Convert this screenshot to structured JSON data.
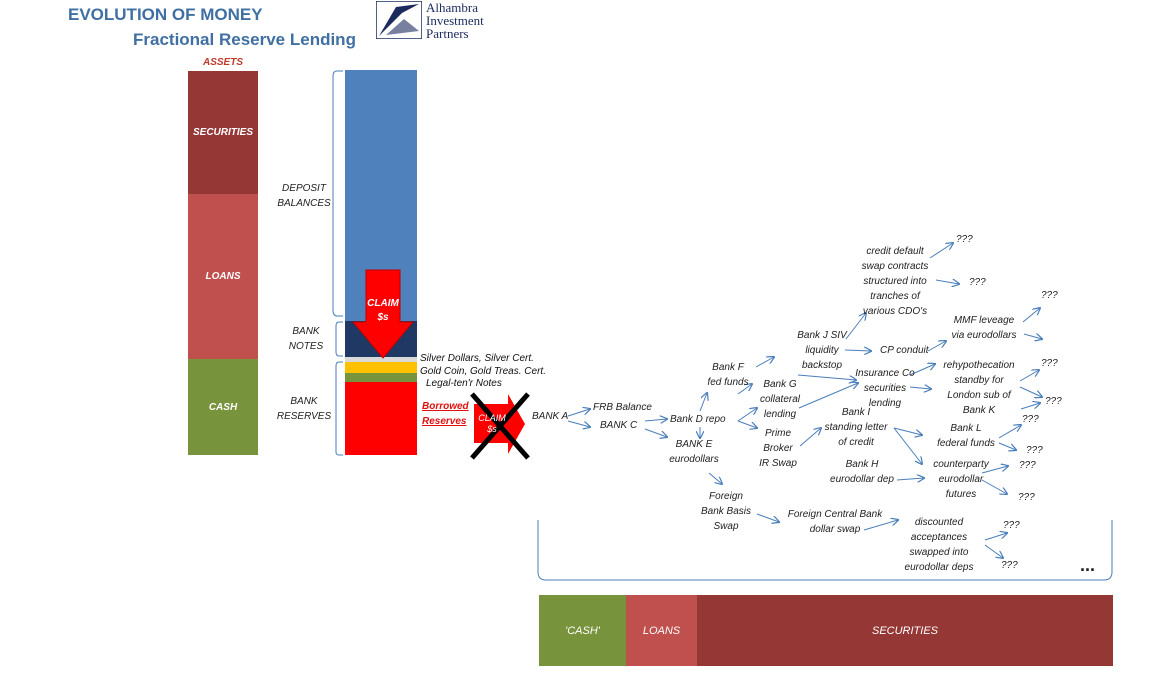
{
  "header": {
    "title": "EVOLUTION OF MONEY",
    "subtitle": "Fractional Reserve Lending",
    "logo_lines": [
      "Alhambra",
      "Investment",
      "Partners"
    ]
  },
  "assets_column": {
    "heading": "ASSETS",
    "segments": [
      {
        "label": "SECURITIES",
        "color": "#953735"
      },
      {
        "label": "LOANS",
        "color": "#c0504d"
      },
      {
        "label": "CASH",
        "color": "#77933c"
      }
    ]
  },
  "liabilities_column": {
    "labels": {
      "deposit_1": "DEPOSIT",
      "deposit_2": "BALANCES",
      "notes_1": "BANK",
      "notes_2": "NOTES",
      "reserves_1": "BANK",
      "reserves_2": "RESERVES"
    },
    "colors": {
      "deposit": "#4f81bd",
      "notes": "#1f3864",
      "silver": "#d9d9d9",
      "gold": "#ffc000",
      "legal": "#77933c",
      "reserves": "#ff0000"
    },
    "claim_1": "CLAIM",
    "claim_2": "$s",
    "coin_labels": [
      "Silver Dollars, Silver Cert.",
      "Gold Coin, Gold Treas. Cert.",
      "Legal-ten'r Notes"
    ],
    "borrowed_1": "Borrowed",
    "borrowed_2": "Reserves",
    "claim_small_1": "CLAIM",
    "claim_small_2": "$s"
  },
  "network": {
    "bank_a": "BANK A",
    "frb_balance": "FRB Balance",
    "bank_c": "BANK C",
    "bank_d": "Bank D repo",
    "bank_e": [
      "BANK E",
      "eurodollars"
    ],
    "bank_f": [
      "Bank F",
      "fed funds"
    ],
    "bank_g": [
      "Bank G",
      "collateral",
      "lending"
    ],
    "prime_broker": [
      "Prime",
      "Broker",
      "IR Swap"
    ],
    "foreign_basis": [
      "Foreign",
      "Bank Basis",
      "Swap"
    ],
    "bank_j": [
      "Bank J SIV",
      "liquidity",
      "backstop"
    ],
    "cds": [
      "credit default",
      "swap contracts",
      "structured into",
      "tranches of",
      "various CDO's"
    ],
    "cp_conduit": "CP conduit",
    "mmf": [
      "MMF leveage",
      "via eurodollars"
    ],
    "insurance": [
      "Insurance Co",
      "securities",
      "lending"
    ],
    "rehyp": [
      "rehypothecation",
      "standby for",
      "London sub of",
      "Bank K"
    ],
    "bank_i": [
      "Bank I",
      "standing letter",
      "of credit"
    ],
    "bank_l": [
      "Bank L",
      "federal funds"
    ],
    "bank_h": [
      "Bank H",
      "eurodollar dep"
    ],
    "counterparty": [
      "counterparty",
      "eurodollar",
      "futures"
    ],
    "foreign_cb": [
      "Foreign Central Bank",
      "dollar swap"
    ],
    "discounted": [
      "discounted",
      "acceptances",
      "swapped into",
      "eurodollar deps"
    ],
    "unknown": "???",
    "ellipsis": "..."
  },
  "bottom_bar": [
    {
      "label": "'CASH'",
      "color": "#77933c"
    },
    {
      "label": "LOANS",
      "color": "#c0504d"
    },
    {
      "label": "SECURITIES",
      "color": "#953735"
    }
  ]
}
